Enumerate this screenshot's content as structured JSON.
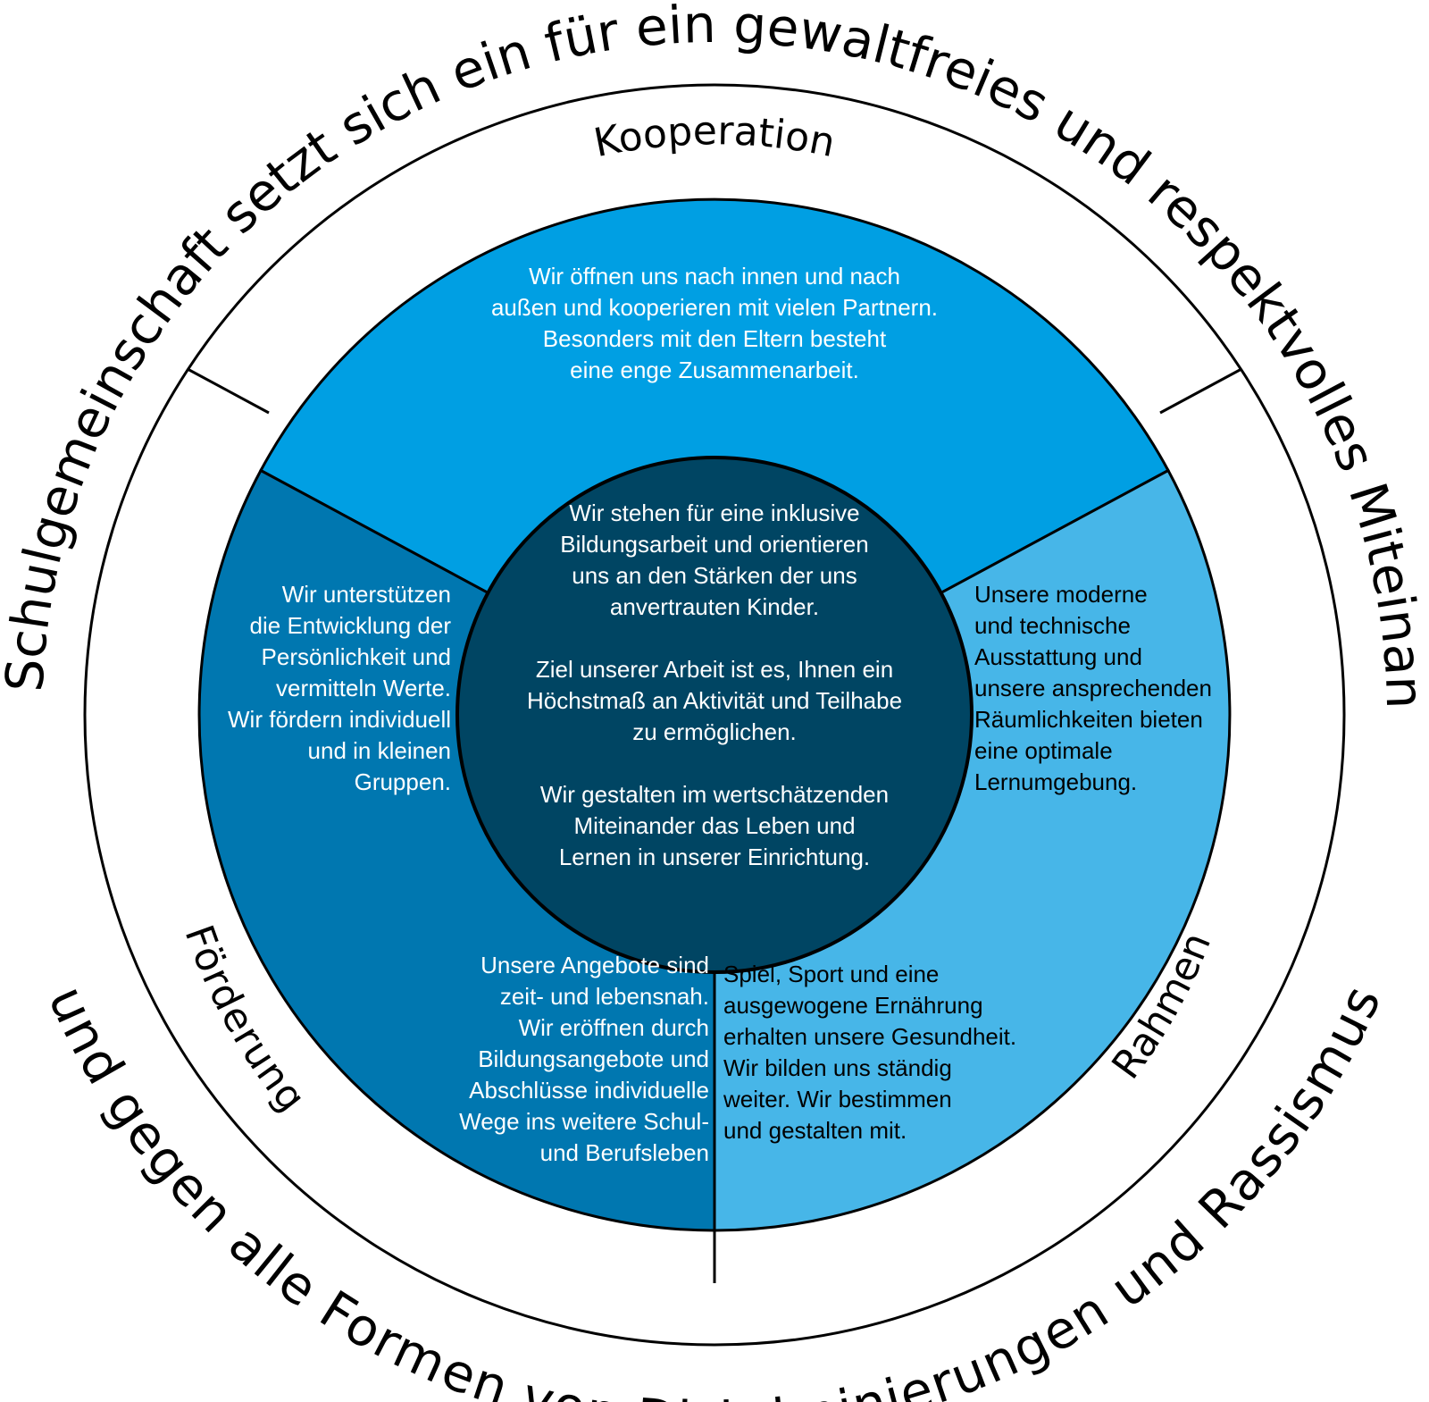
{
  "colors": {
    "kooperation_fill": "#009fe3",
    "foerderung_fill": "#0077b0",
    "rahmen_fill": "#47b6e8",
    "center_fill": "#004563",
    "lines": "#000000"
  },
  "outer_text": {
    "top": "Die Schulgemeinschaft setzt sich ein für ein gewaltfreies und respektvolles Miteinander",
    "bottom": "und gegen alle Formen von Diskriminierungen und Rassismus"
  },
  "ring_labels": {
    "kooperation": "Kooperation",
    "foerderung": "Förderung",
    "rahmen": "Rahmen"
  },
  "segments": {
    "kooperation": [
      "Wir öffnen uns nach innen und nach",
      "außen und kooperieren mit vielen Partnern.",
      "Besonders mit den Eltern besteht",
      "eine enge Zusammenarbeit."
    ],
    "foerderung_upper": [
      "Wir unterstützen",
      "die Entwicklung der",
      "Persönlichkeit und",
      "vermitteln Werte.",
      "Wir fördern individuell",
      "und in kleinen",
      "Gruppen."
    ],
    "foerderung_lower": [
      "Unsere Angebote sind",
      "zeit- und lebensnah.",
      "Wir eröffnen durch",
      "Bildungsangebote und",
      "Abschlüsse individuelle",
      "Wege ins weitere Schul-",
      "und Berufsleben"
    ],
    "rahmen_upper": [
      "Unsere moderne",
      "und technische",
      "Ausstattung und",
      "unsere ansprechenden",
      "Räumlichkeiten bieten",
      "eine optimale",
      "Lernumgebung."
    ],
    "rahmen_lower": [
      "Spiel, Sport und eine",
      "ausgewogene Ernährung",
      "erhalten unsere Gesundheit.",
      "Wir bilden uns ständig",
      "weiter. Wir bestimmen",
      "und gestalten mit."
    ]
  },
  "center": {
    "p1": [
      "Wir stehen für eine inklusive",
      "Bildungsarbeit und orientieren",
      "uns an den Stärken der uns",
      "anvertrauten Kinder."
    ],
    "p2": [
      "Ziel unserer Arbeit ist es, Ihnen ein",
      "Höchstmaß an Aktivität und Teilhabe",
      "zu ermöglichen."
    ],
    "p3": [
      "Wir gestalten im wertschätzenden",
      "Miteinander das Leben und",
      "Lernen in unserer Einrichtung."
    ]
  }
}
